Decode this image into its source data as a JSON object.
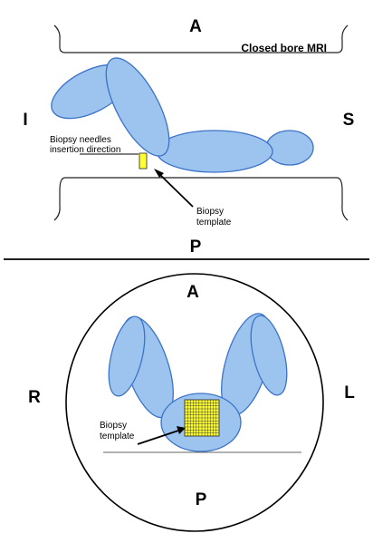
{
  "top_view": {
    "label_A": "A",
    "label_P": "P",
    "label_I": "I",
    "label_S": "S",
    "scanner_label": "Closed bore MRI",
    "needle_label_line1": "Biopsy needles",
    "needle_label_line2": "insertion direction",
    "template_label_line1": "Biopsy",
    "template_label_line2": "template"
  },
  "bottom_view": {
    "label_A": "A",
    "label_P": "P",
    "label_R": "R",
    "label_L": "L",
    "template_label_line1": "Biopsy",
    "template_label_line2": "template"
  },
  "colors": {
    "body": "#9cc4ee",
    "outline": "#3c73c8",
    "template": "#ffff33"
  }
}
